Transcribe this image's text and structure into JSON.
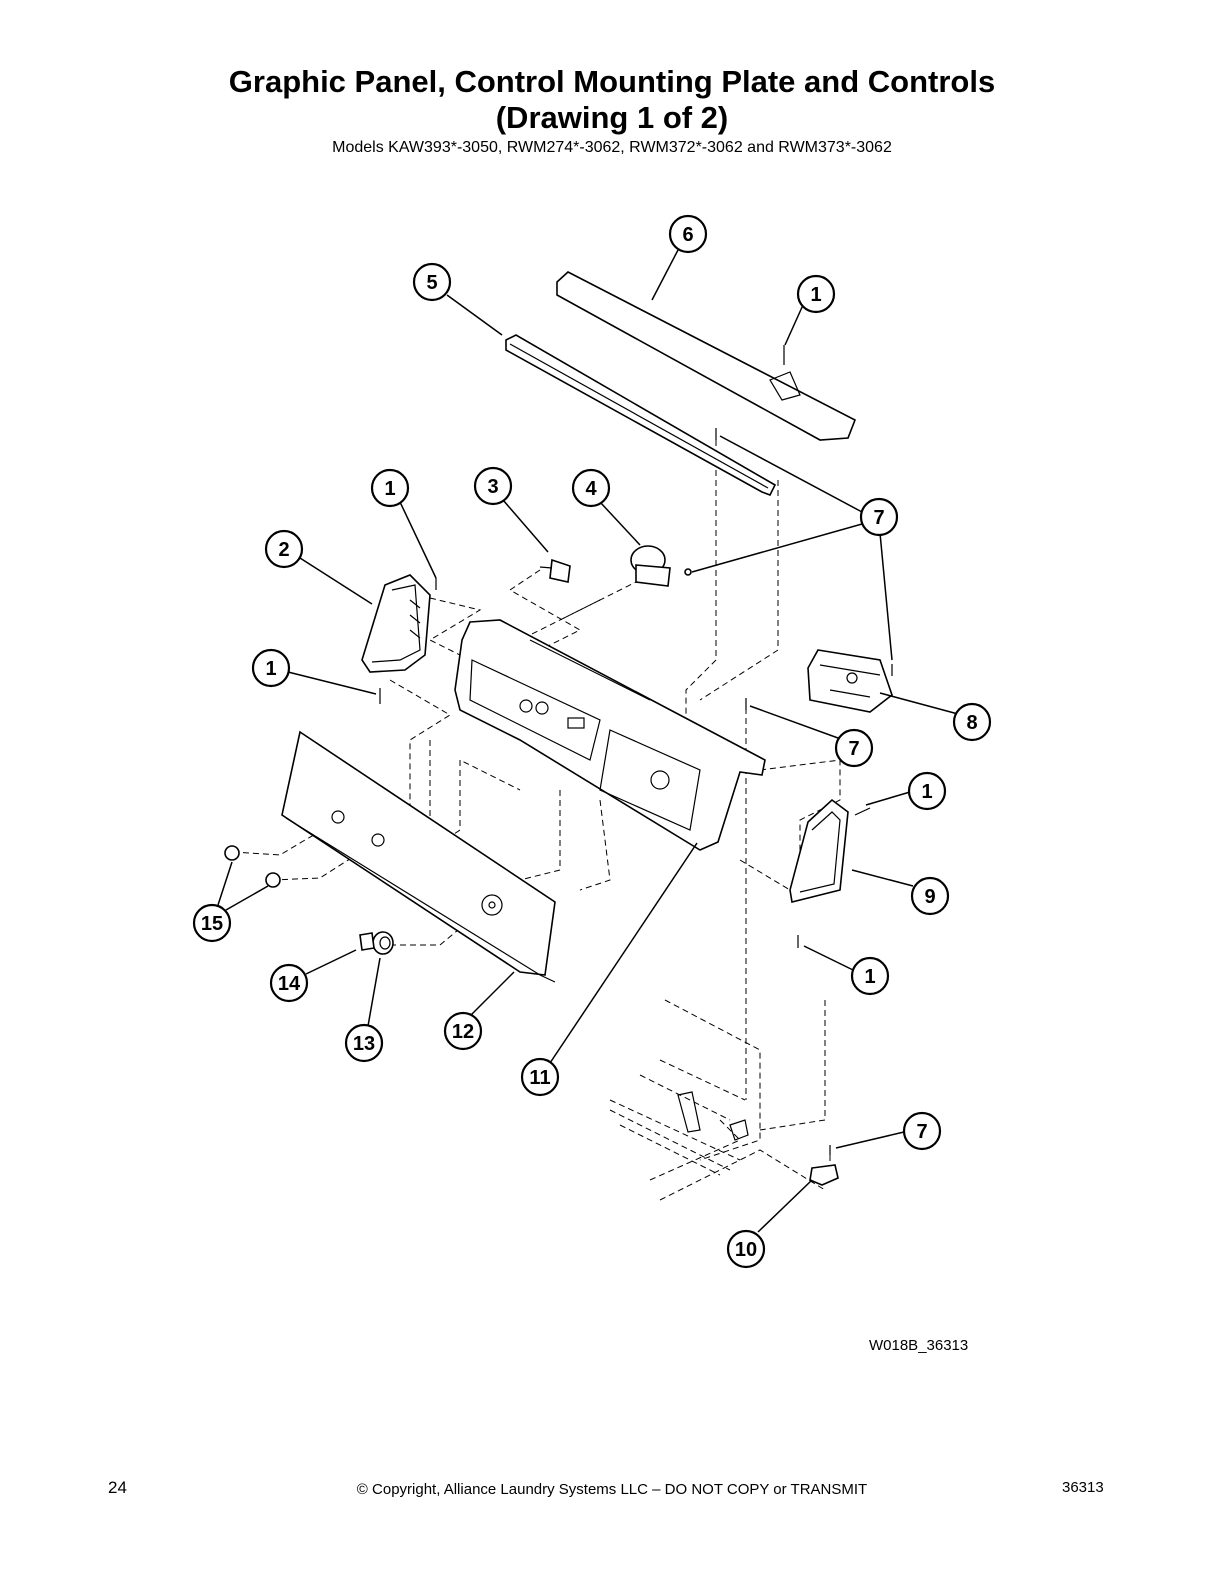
{
  "header": {
    "title_line1": "Graphic Panel, Control Mounting Plate and Controls",
    "title_line2": "(Drawing 1 of 2)",
    "subtitle": "Models KAW393*-3050, RWM274*-3062, RWM372*-3062 and RWM373*-3062"
  },
  "callouts": [
    {
      "id": "c6",
      "label": "6"
    },
    {
      "id": "c5",
      "label": "5"
    },
    {
      "id": "c1a",
      "label": "1"
    },
    {
      "id": "c1b",
      "label": "1"
    },
    {
      "id": "c3",
      "label": "3"
    },
    {
      "id": "c4",
      "label": "4"
    },
    {
      "id": "c7a",
      "label": "7"
    },
    {
      "id": "c2",
      "label": "2"
    },
    {
      "id": "c1c",
      "label": "1"
    },
    {
      "id": "c8",
      "label": "8"
    },
    {
      "id": "c7b",
      "label": "7"
    },
    {
      "id": "c1d",
      "label": "1"
    },
    {
      "id": "c9",
      "label": "9"
    },
    {
      "id": "c15",
      "label": "15"
    },
    {
      "id": "c1e",
      "label": "1"
    },
    {
      "id": "c14",
      "label": "14"
    },
    {
      "id": "c12",
      "label": "12"
    },
    {
      "id": "c13",
      "label": "13"
    },
    {
      "id": "c11",
      "label": "11"
    },
    {
      "id": "c7c",
      "label": "7"
    },
    {
      "id": "c10",
      "label": "10"
    }
  ],
  "drawing_id": "W018B_36313",
  "footer": {
    "page_number": "24",
    "copyright": "© Copyright, Alliance Laundry Systems LLC – DO NOT COPY or TRANSMIT",
    "doc_number": "36313"
  }
}
